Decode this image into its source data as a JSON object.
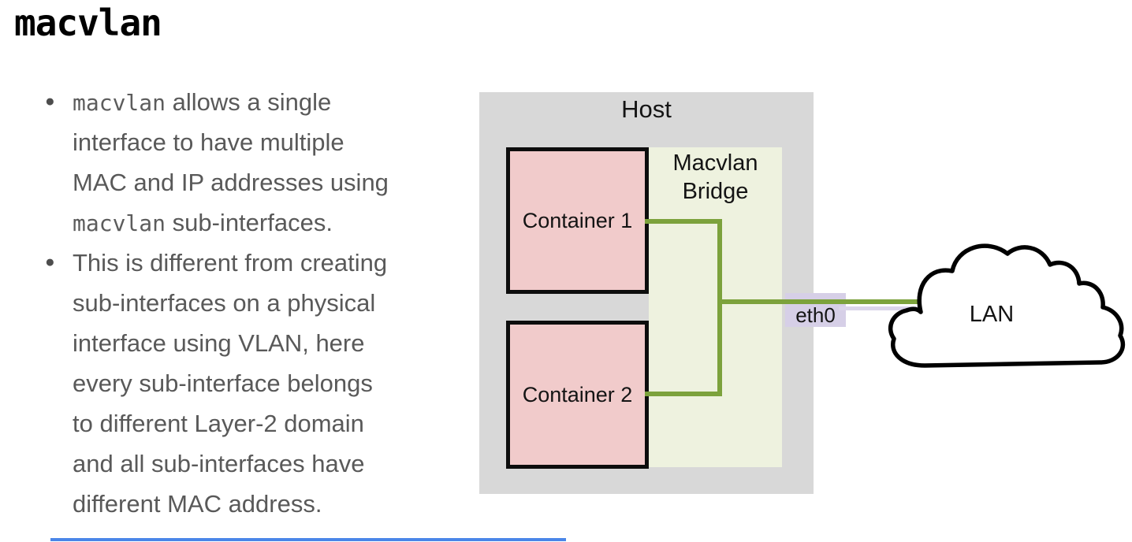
{
  "page": {
    "title": "macvlan"
  },
  "bullets": [
    {
      "lines": [
        {
          "segs": [
            {
              "t": "macvlan",
              "mono": true
            },
            {
              "t": " allows a single",
              "mono": false
            }
          ]
        },
        {
          "segs": [
            {
              "t": "interface to have multiple",
              "mono": false
            }
          ]
        },
        {
          "segs": [
            {
              "t": "MAC and IP addresses using",
              "mono": false
            }
          ]
        },
        {
          "segs": [
            {
              "t": "macvlan",
              "mono": true
            },
            {
              "t": " sub-interfaces.",
              "mono": false
            }
          ]
        }
      ]
    },
    {
      "lines": [
        {
          "segs": [
            {
              "t": "This is different from creating",
              "mono": false
            }
          ]
        },
        {
          "segs": [
            {
              "t": "sub-interfaces on a physical",
              "mono": false
            }
          ]
        },
        {
          "segs": [
            {
              "t": "interface using VLAN, here",
              "mono": false
            }
          ]
        },
        {
          "segs": [
            {
              "t": "every sub-interface belongs",
              "mono": false
            }
          ]
        },
        {
          "segs": [
            {
              "t": "to different Layer-2 domain",
              "mono": false
            }
          ]
        },
        {
          "segs": [
            {
              "t": "and all sub-interfaces have",
              "mono": false
            }
          ]
        },
        {
          "segs": [
            {
              "t": "different MAC address.",
              "mono": false
            }
          ]
        }
      ]
    }
  ],
  "diagram": {
    "host_label": "Host",
    "bridge_label_line1": "Macvlan",
    "bridge_label_line2": "Bridge",
    "container1_label": "Container 1",
    "container2_label": "Container 2",
    "eth_label": "eth0",
    "lan_label": "LAN",
    "colors": {
      "host_bg": "#d8d8d8",
      "bridge_bg": "#eef2df",
      "container_bg": "#f1cbcb",
      "container_border": "#0d0d0d",
      "eth_badge_bg": "#d6cfe7",
      "link_green": "#7ca23c",
      "link_lavender": "#dbd5ea",
      "cloud_outline": "#000000",
      "body_text": "#595959",
      "divider_blue": "#4a86e8"
    }
  }
}
